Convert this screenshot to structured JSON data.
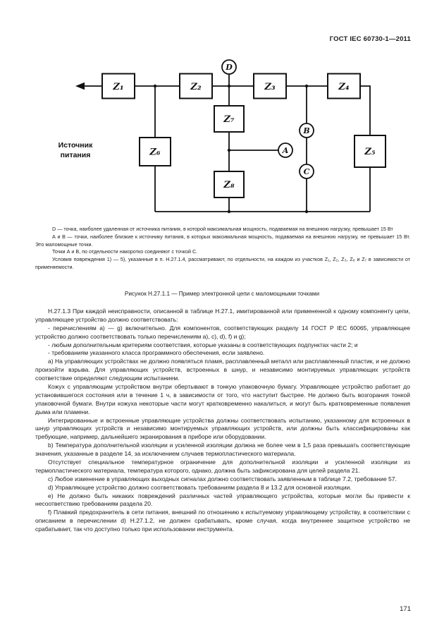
{
  "header": {
    "title": "ГОСТ IEC 60730-1—2011"
  },
  "diagram": {
    "source_line1": "Источник",
    "source_line2": "питания",
    "z1": "Z₁",
    "z2": "Z₂",
    "z3": "Z₃",
    "z4": "Z₄",
    "z5": "Z₅",
    "z6": "Z₆",
    "z7": "Z₇",
    "z8": "Z₈",
    "pD": "D",
    "pA": "A",
    "pB": "B",
    "pC": "C"
  },
  "notes": [
    "D — точка, наиболее удаленная от источника питания, в которой максимальная мощность, подаваемая на внешнюю нагрузку, превышает 15 Вт",
    "А и В — точки, наиболее близкие к источнику питания, в которых максимальная мощность, подаваемая на внешнюю нагрузку, не превышает 15 Вт. Это маломощные точки.",
    "Точки А и В, по отдельности накоротко соединяют с точкой С.",
    "Условия повреждения 1) — 5), указанные в п. Н.27.1.4, рассматривают, по отдельности, на каждом из участков Z₁, Z₂, Z₃, Z₈ и Z₇ в зависимости от применяемости."
  ],
  "caption": "Рисунок Н.27.1.1 — Пример электронной цепи с маломощными точками",
  "body": {
    "paragraphs": [
      "Н.27.1.3 При каждой неисправности, описанной в таблице Н.27.1, имитированной или примененной к одному компоненту цепи, управляющее устройство должно соответствовать:",
      "- перечислениям a) — g) включительно. Для компонентов, соответствующих разделу 14  ГОСТ Р IEC 60065, управляющее устройство должно соответствовать только перечислениям a), c), d), f) и g);",
      "- любым дополнительным критериям соответствия, которые указаны в соответствующих подпунктах части 2;    и",
      "- требованиям указанного класса программного обеспечения, если заявлено.",
      "а) На управляющих устройствах не должно появляться пламя, расплавленный металл или расплавленный пластик, и не должно произойти взрыва. Для управляющих устройств, встроенных в шнур, и независимо монтируемых управляющих устройств соответствие определяют следующим испытанием.",
      "Кожух с управляющим устройством внутри обертывают в тонкую упаковочную бумагу. Управляющее устройство работает до установившегося состояния или в течение 1 ч, в зависимости от того, что наступит быстрее. Не должно быть возгорания тонкой упаковочной бумаги. Внутри кожуха некоторые части могут кратковременно накалиться, и могут быть кратковременные появления дыма или пламени.",
      "Интегрированные и встроенные управляющие устройства должны соответствовать испытанию, указанному для встроенных в шнур управляющих устройств и независимо монтируемых управляющих устройств, или должны быть классифицированы как требующие, например, дальнейшего экранирования в приборе или оборудовании.",
      "b) Температура  дополнительной  изоляции  и  усиленной  изоляции  должна  не более чем  в  1,5 раза превышать соответствующие значения, указанные в разделе 14, за исключением случаев термопластического материала.",
      "Отсутствует специальное температурное ограничение для дополнительной изоляции и усиленной изоляции из термопластического материала, температура которого, однако, должна быть зафиксирована для целей раздела 21.",
      "c) Любое изменение в управляющих выходных сигналах должно соответствовать заявленным  в таблице 7.2, требование 57.",
      "d) Управляющее  устройство  должно  соответствовать  требованиям  раздела 8 и 13.2 для  основной изоляции.",
      "е) Не должно быть никаких повреждений различных частей управляющего устройства, которые могли бы привести к несоответствию требованиям раздела 20.",
      "f) Плавкий предохранитель в сети питания, внешний по отношению к испытуемому управляющему устройству, в соответствии с описанием в перечислении d) Н.27.1.2, не должен срабатывать, кроме случая, когда внутреннее защитное устройство не срабатывает, так что доступно только при использовании инструмента."
    ]
  },
  "footer": {
    "page": "171"
  }
}
